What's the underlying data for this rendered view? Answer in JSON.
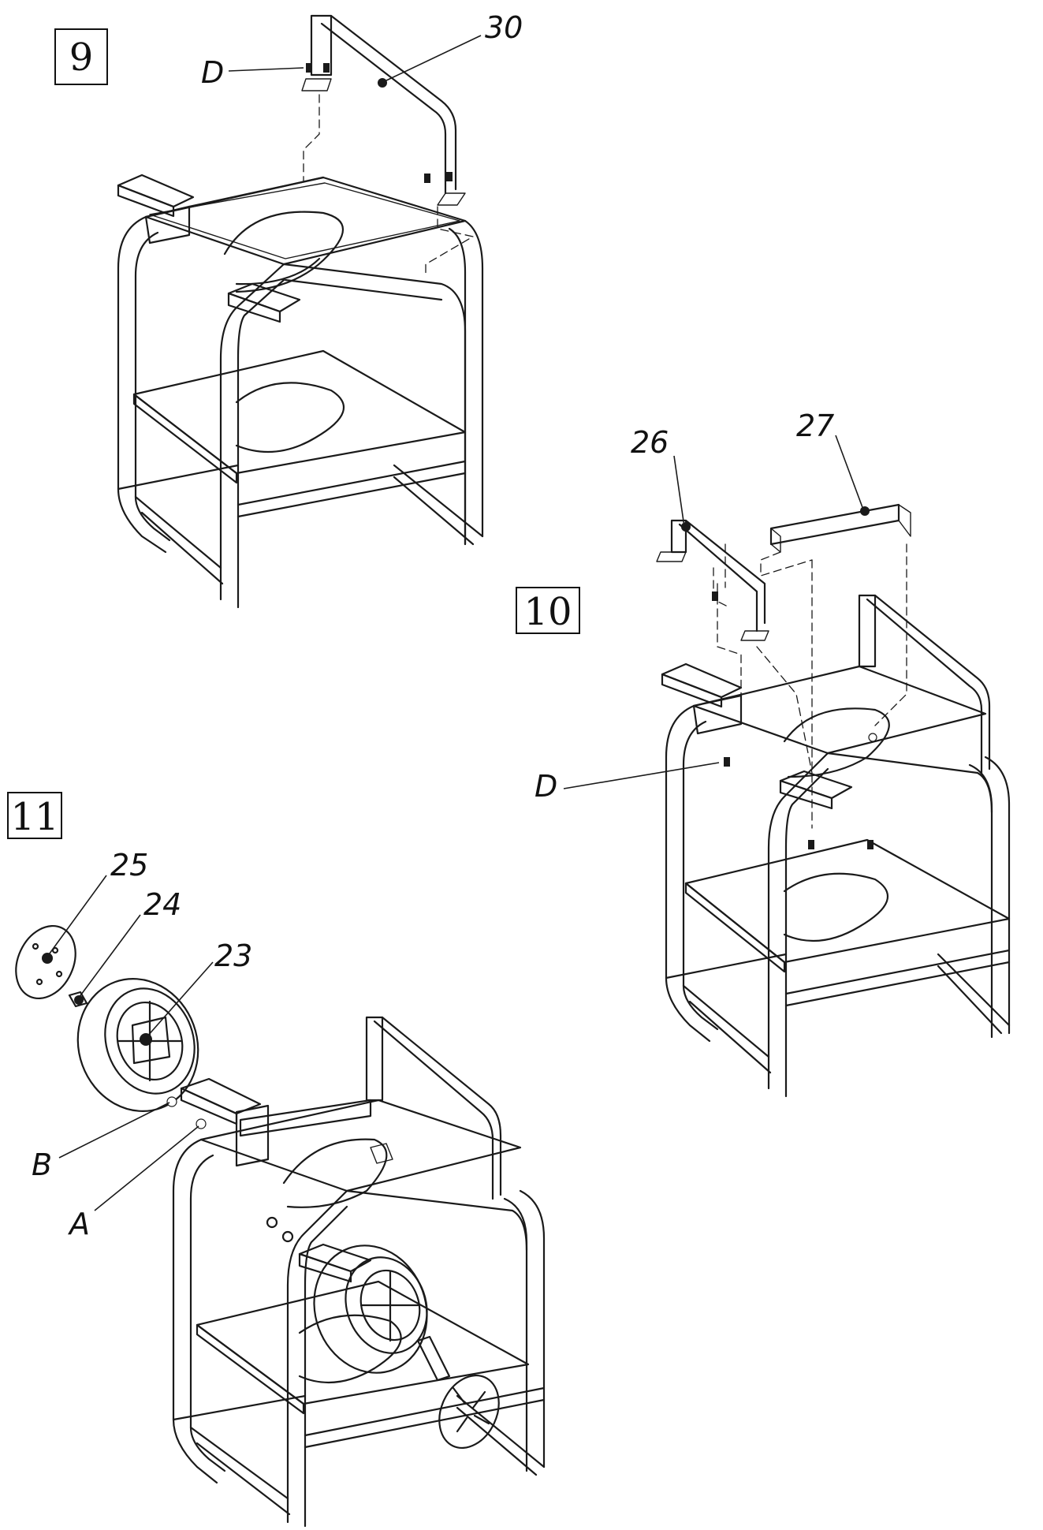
{
  "steps": [
    {
      "number": "9",
      "callouts": [
        "30",
        "D"
      ]
    },
    {
      "number": "10",
      "callouts": [
        "26",
        "27",
        "D"
      ]
    },
    {
      "number": "11",
      "callouts": [
        "25",
        "24",
        "23",
        "B",
        "A"
      ]
    }
  ],
  "colors": {
    "line": "#1a1a1a",
    "background": "#ffffff"
  }
}
